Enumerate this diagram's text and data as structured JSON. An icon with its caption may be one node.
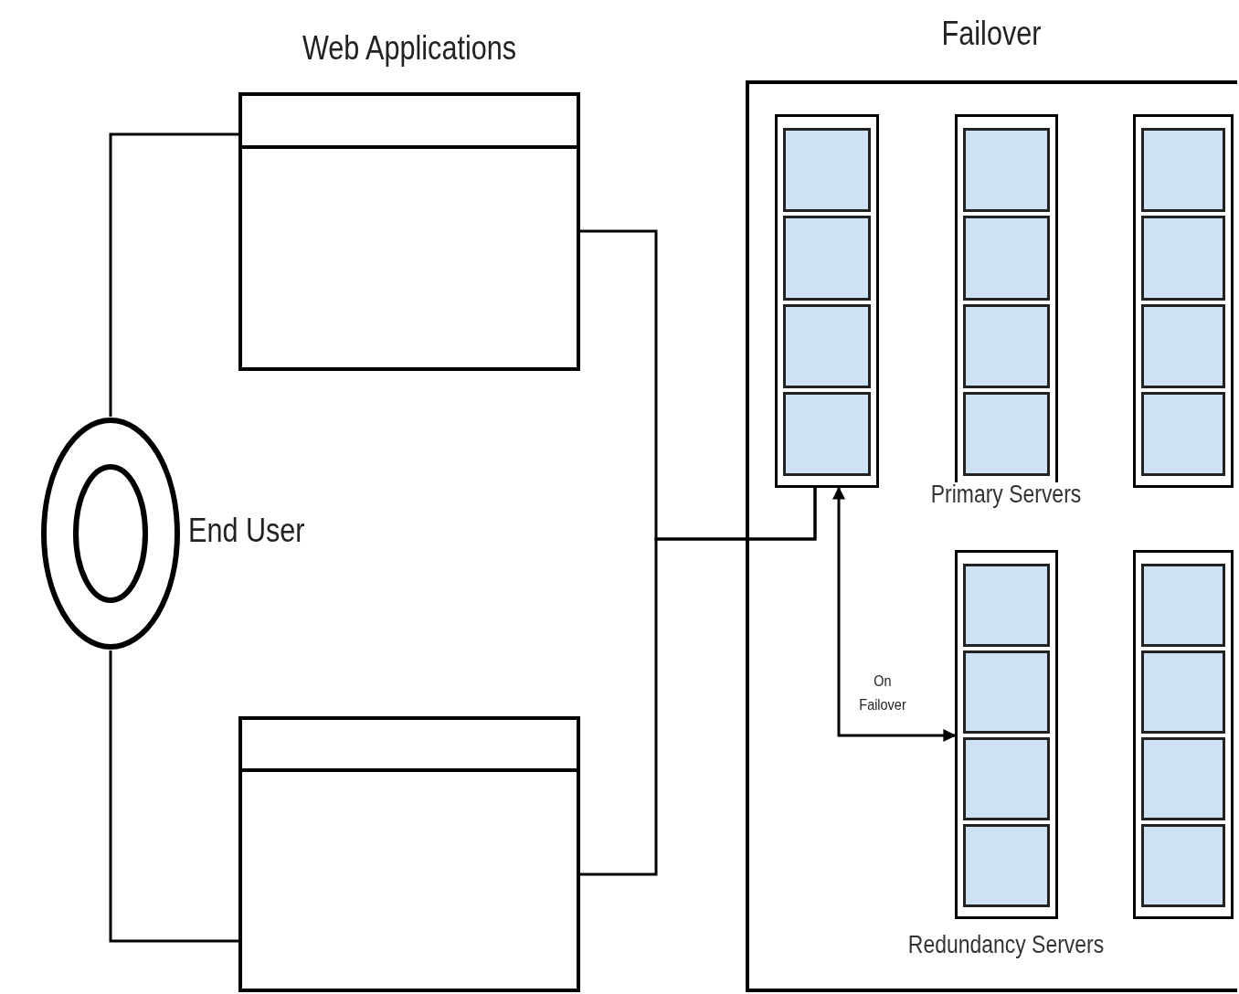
{
  "diagram": {
    "nodes": [
      {
        "text": [
          "End User"
        ]
      },
      {
        "text": [
          "Web Applications"
        ]
      },
      {
        "text": [],
        "shape": "box"
      },
      {
        "text": [
          "Failover"
        ]
      },
      {
        "text": [],
        "shape": "box",
        "in": 3
      },
      {
        "text": [],
        "shape": "box",
        "in": 3
      },
      {
        "text": [],
        "shape": "box",
        "in": 3
      },
      {
        "text": [],
        "shape": "box",
        "in": 3
      },
      {
        "text": [],
        "shape": "box",
        "in": 3
      }
    ],
    "edges": [
      {
        "from": 0,
        "to": 1,
        "arrow": "none"
      },
      {
        "from": 0,
        "to": 2,
        "arrow": "none"
      },
      {
        "from": 1,
        "to": 4,
        "arrow": "none"
      },
      {
        "from": 2,
        "to": 4,
        "arrow": "none"
      },
      {
        "from": 4,
        "to": 7,
        "arrow": "both",
        "label": "On Failover"
      }
    ],
    "labels": [
      "Primary Servers",
      "Redundancy Servers"
    ]
  }
}
